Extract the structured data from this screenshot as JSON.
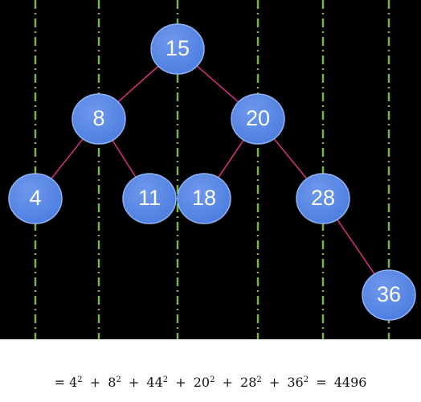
{
  "diagram": {
    "colors": {
      "background": "#000000",
      "node_fill": "#4f7fe0",
      "node_stroke": "#8fb4f4",
      "edge": "#cc2f7a",
      "guide": "#7bb24a",
      "label": "#ffffff"
    },
    "nodes": [
      {
        "id": "n15",
        "label": "15"
      },
      {
        "id": "n8",
        "label": "8"
      },
      {
        "id": "n20",
        "label": "20"
      },
      {
        "id": "n4",
        "label": "4"
      },
      {
        "id": "n11",
        "label": "11"
      },
      {
        "id": "n18",
        "label": "18"
      },
      {
        "id": "n28",
        "label": "28"
      },
      {
        "id": "n36",
        "label": "36"
      }
    ],
    "edges": [
      {
        "from": "n15",
        "to": "n8"
      },
      {
        "from": "n15",
        "to": "n20"
      },
      {
        "from": "n8",
        "to": "n4"
      },
      {
        "from": "n8",
        "to": "n11"
      },
      {
        "from": "n20",
        "to": "n18"
      },
      {
        "from": "n20",
        "to": "n28"
      },
      {
        "from": "n28",
        "to": "n36"
      }
    ]
  },
  "equation": {
    "prefix": "=",
    "terms": [
      {
        "base": "4",
        "exp": "2"
      },
      {
        "base": "8",
        "exp": "2"
      },
      {
        "base": "44",
        "exp": "2"
      },
      {
        "base": "20",
        "exp": "2"
      },
      {
        "base": "28",
        "exp": "2"
      },
      {
        "base": "36",
        "exp": "2"
      }
    ],
    "equals": "=",
    "result": "4496"
  }
}
